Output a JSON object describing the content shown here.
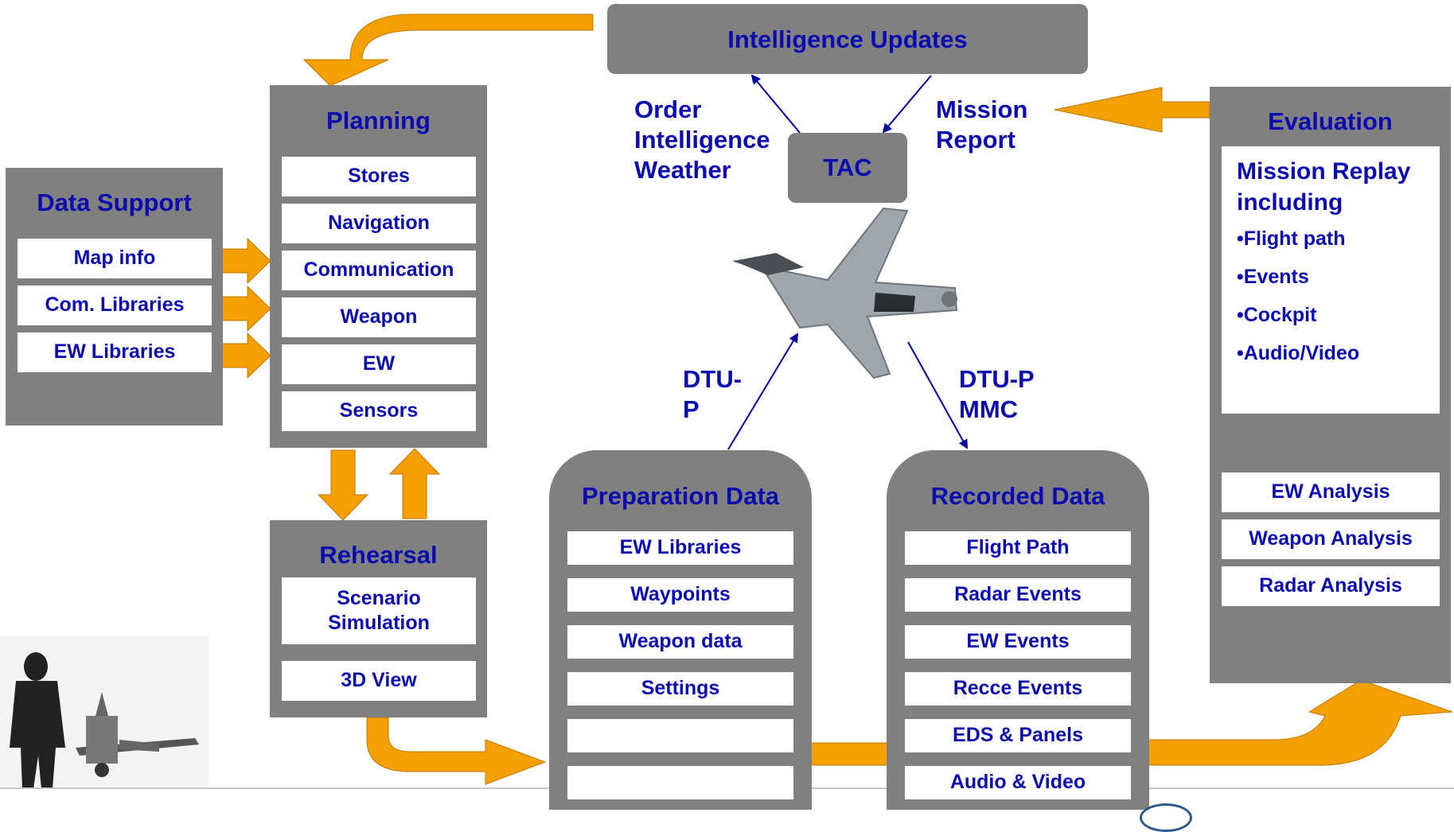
{
  "intel": {
    "title": "Intelligence Updates"
  },
  "tac": {
    "title": "TAC"
  },
  "order_label": "Order\nIntelligence\nWeather",
  "mission_report_label": "Mission\nReport",
  "dtu_p_label": "DTU-\nP",
  "dtu_p_mmc_label": "DTU-P\nMMC",
  "data_support": {
    "title": "Data Support",
    "items": [
      "Map info",
      "Com. Libraries",
      "EW Libraries"
    ]
  },
  "planning": {
    "title": "Planning",
    "items": [
      "Stores",
      "Navigation",
      "Communication",
      "Weapon",
      "EW",
      "Sensors"
    ]
  },
  "rehearsal": {
    "title": "Rehearsal",
    "items": [
      "Scenario\nSimulation",
      "3D View"
    ]
  },
  "preparation": {
    "title": "Preparation Data",
    "items": [
      "EW Libraries",
      "Waypoints",
      "Weapon data",
      "Settings",
      "",
      ""
    ]
  },
  "recorded": {
    "title": "Recorded Data",
    "items": [
      "Flight Path",
      "Radar Events",
      "EW Events",
      "Recce Events",
      "EDS & Panels",
      "Audio & Video"
    ]
  },
  "evaluation": {
    "title": "Evaluation",
    "replay_title": "Mission Replay\nincluding",
    "replay_items": [
      "•Flight path",
      "•Events",
      "•Cockpit",
      "•Audio/Video"
    ],
    "analysis": [
      "EW Analysis",
      "Weapon Analysis",
      "Radar Analysis"
    ]
  },
  "colors": {
    "panel": "#808080",
    "text": "#0b0bb0",
    "arrow": "#f5a000",
    "line": "#0000a0"
  }
}
